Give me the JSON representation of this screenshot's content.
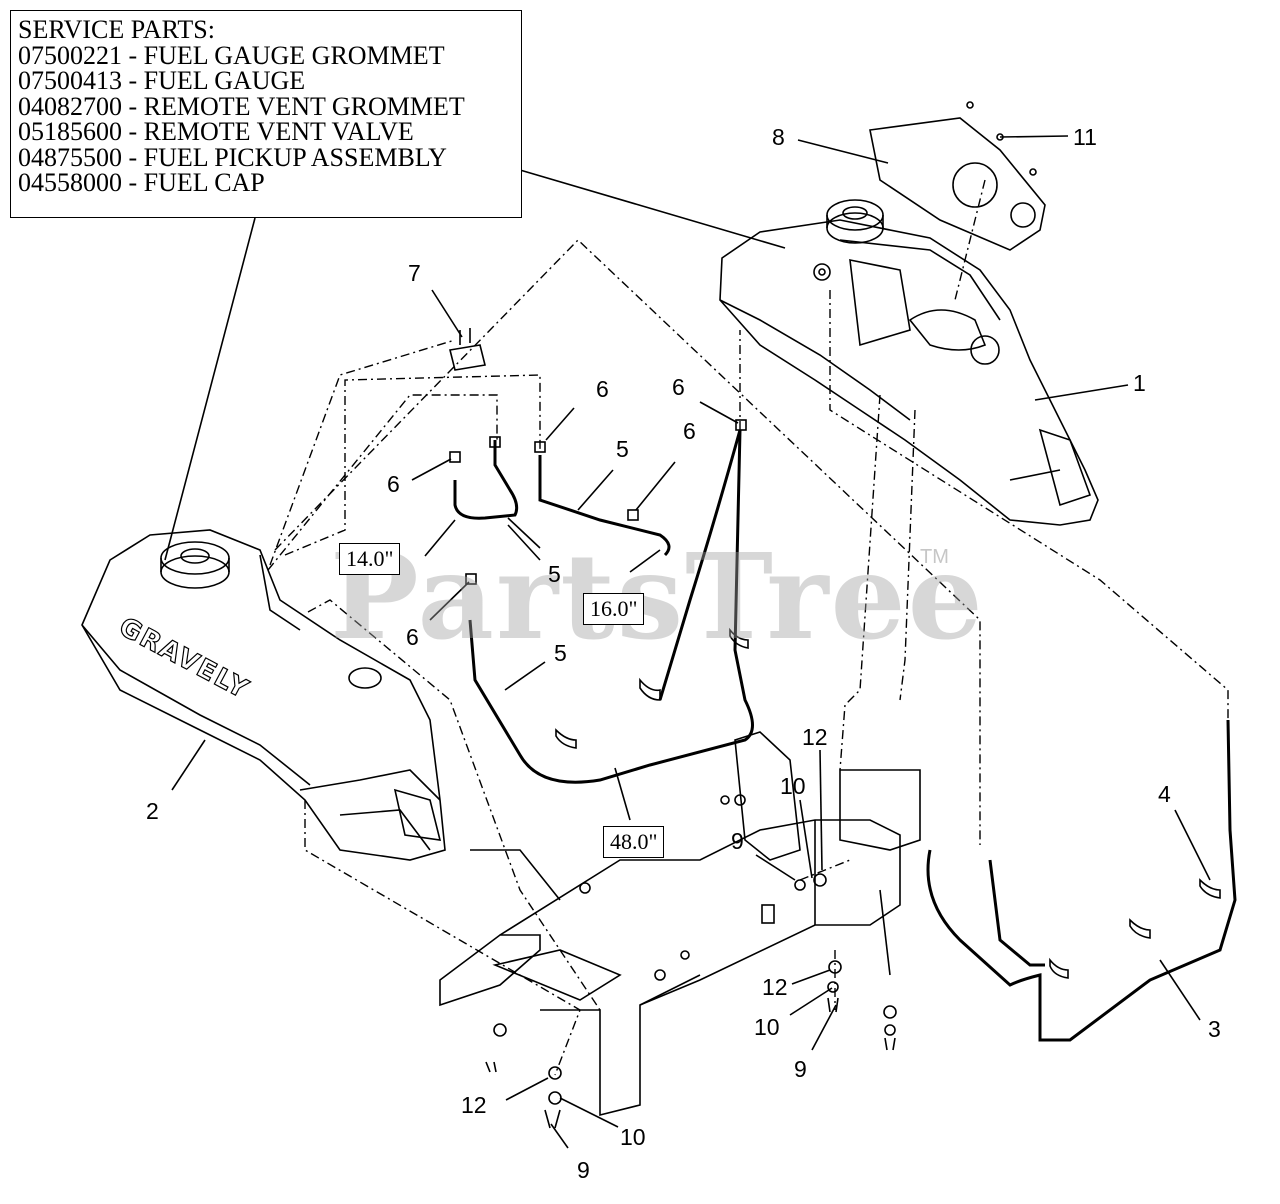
{
  "legend": {
    "title": "SERVICE PARTS:",
    "items": [
      "07500221 - FUEL GAUGE GROMMET",
      "07500413 - FUEL GAUGE",
      "04082700 - REMOTE VENT GROMMET",
      "05185600 - REMOTE VENT VALVE",
      "04875500 - FUEL PICKUP ASSEMBLY",
      "04558000 - FUEL CAP"
    ]
  },
  "callouts": {
    "c1": "1",
    "c2": "2",
    "c3": "3",
    "c4": "4",
    "c5a": "5",
    "c5b": "5",
    "c5c": "5",
    "c6a": "6",
    "c6b": "6",
    "c6c": "6",
    "c6d": "6",
    "c6e": "6",
    "c7": "7",
    "c8": "8",
    "c9a": "9",
    "c9b": "9",
    "c9c": "9",
    "c10a": "10",
    "c10b": "10",
    "c10c": "10",
    "c11": "11",
    "c12a": "12",
    "c12b": "12",
    "c12c": "12"
  },
  "dimensions": {
    "d14": "14.0\"",
    "d16": "16.0\"",
    "d48": "48.0\""
  },
  "watermark": {
    "text": "PartsTree",
    "tm": "TM"
  },
  "tank_brand": "GRAVELY"
}
